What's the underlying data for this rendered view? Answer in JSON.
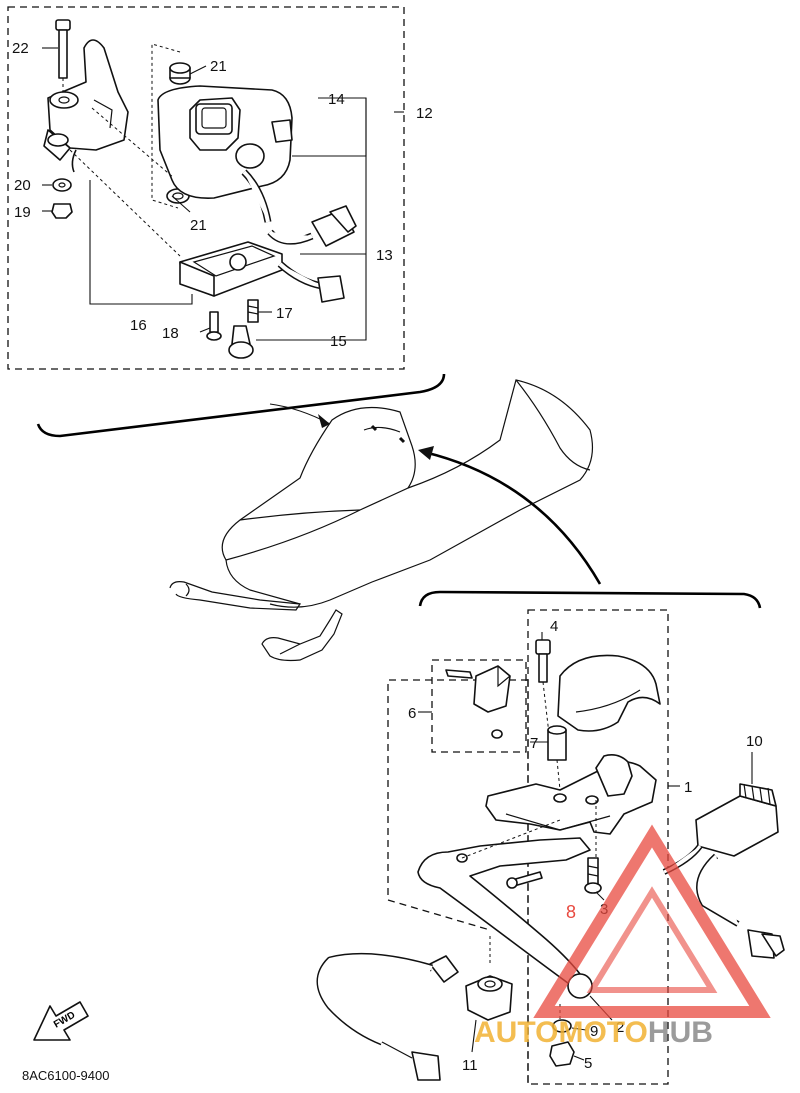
{
  "diagram_code": "8AC6100-9400",
  "fwd_label": "FWD",
  "watermark": {
    "auto": "AUTO",
    "moto": "MOTO",
    "hub": "HUB",
    "number": "8",
    "colors": {
      "triangle": "#e8493f",
      "text_orange": "#f2b233",
      "text_gray": "#8a8a8a"
    }
  },
  "callouts": {
    "p1": "1",
    "p2": "2",
    "p3": "3",
    "p4": "4",
    "p5": "5",
    "p6": "6",
    "p7": "7",
    "p9": "9",
    "p10": "10",
    "p11": "11",
    "p12": "12",
    "p13": "13",
    "p14": "14",
    "p15": "15",
    "p16": "16",
    "p17": "17",
    "p18": "18",
    "p19": "19",
    "p20": "20",
    "p21a": "21",
    "p21b": "21",
    "p22": "22"
  }
}
